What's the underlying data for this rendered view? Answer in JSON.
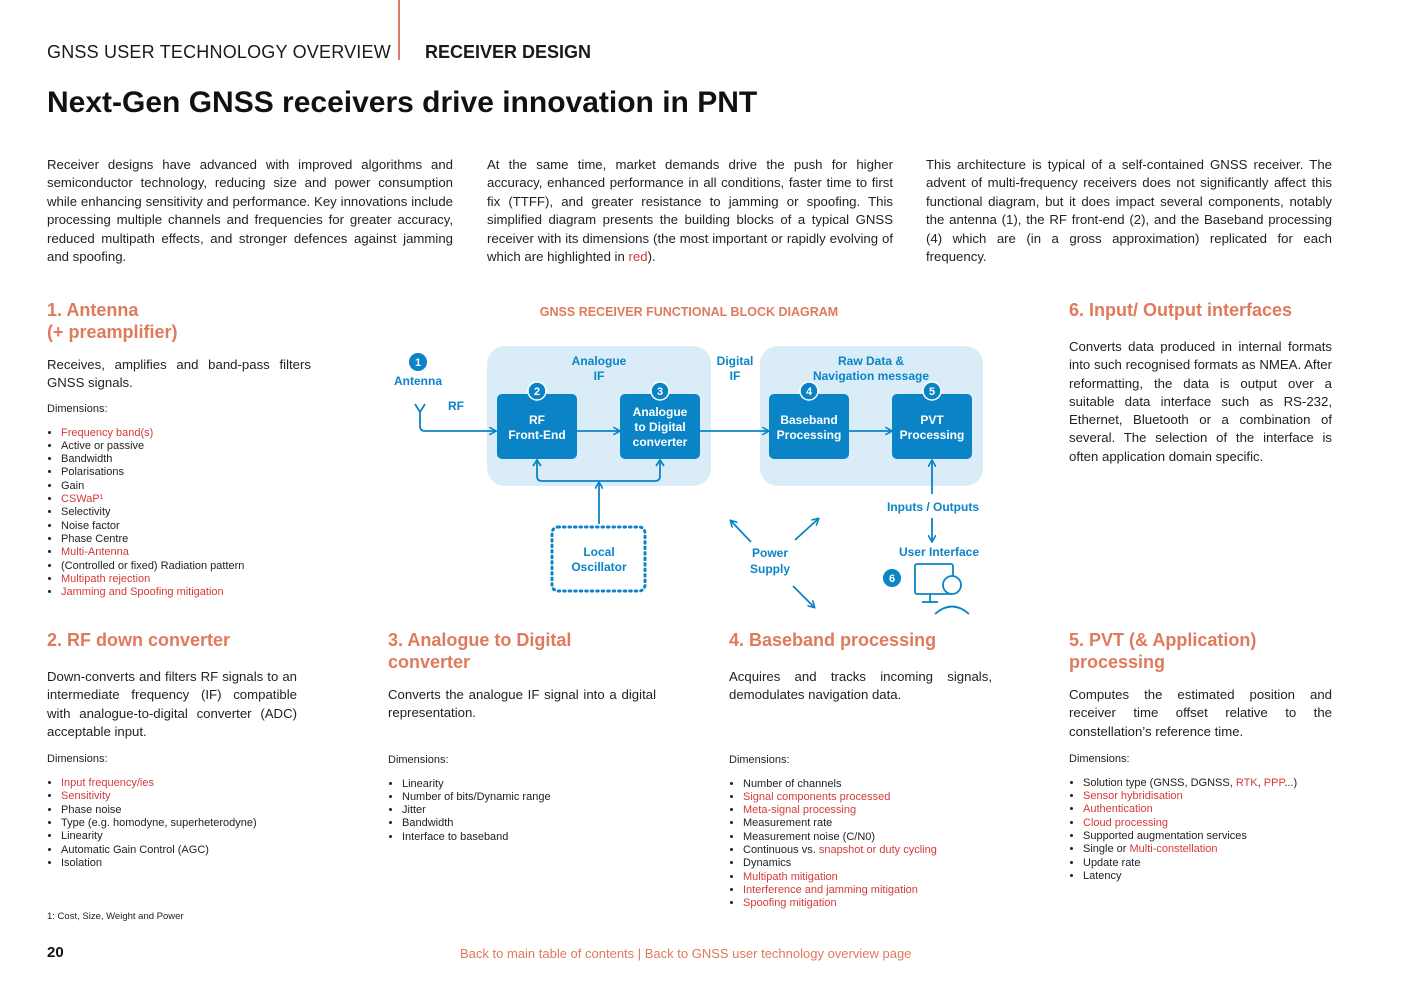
{
  "header": {
    "left": "GNSS USER TECHNOLOGY OVERVIEW",
    "right": "RECEIVER DESIGN"
  },
  "title": "Next-Gen GNSS receivers drive innovation in PNT",
  "intro": {
    "col1": "Receiver designs have advanced with improved algorithms and semiconductor technology, reducing size and power consumption while enhancing sensitivity and performance. Key innovations include processing multiple channels and frequencies for greater accuracy, reduced multipath effects, and stronger defences against jamming and spoofing.",
    "col2_before": "At the same time, market demands drive the push for higher accuracy, enhanced performance in all conditions, faster time to first fix (TTFF), and greater resistance to jamming or spoofing. This simplified diagram presents the building blocks of a typical GNSS receiver with its dimensions (the most important or rapidly evolving of which are highlighted in ",
    "col2_red": "red",
    "col2_after": ").",
    "col3": "This architecture is typical of a self-contained GNSS receiver. The advent of multi-frequency receivers does not significantly affect this functional diagram, but it does impact several components, notably the antenna (1), the RF front-end (2), and the Baseband processing (4) which are (in a gross approximation) replicated for each frequency."
  },
  "dimensions_label": "Dimensions:",
  "sections": {
    "antenna": {
      "title_line1": "1. Antenna",
      "title_line2": "(+ preamplifier)",
      "text": "Receives, amplifies and band-pass filters GNSS signals.",
      "dims": [
        {
          "t": "Frequency band(s)",
          "hl": true
        },
        {
          "t": "Active or passive",
          "hl": false
        },
        {
          "t": "Bandwidth",
          "hl": false
        },
        {
          "t": "Polarisations",
          "hl": false
        },
        {
          "t": "Gain",
          "hl": false
        },
        {
          "t": "CSWaP¹",
          "hl": true
        },
        {
          "t": "Selectivity",
          "hl": false
        },
        {
          "t": "Noise factor",
          "hl": false
        },
        {
          "t": "Phase Centre",
          "hl": false
        },
        {
          "t": "Multi-Antenna",
          "hl": true
        },
        {
          "t": "(Controlled or fixed) Radiation pattern",
          "hl": false
        },
        {
          "t": "Multipath rejection",
          "hl": true
        },
        {
          "t": "Jamming and Spoofing mitigation",
          "hl": true
        }
      ]
    },
    "io": {
      "title": "6. Input/ Output interfaces",
      "text": "Converts data produced in internal formats into such recognised formats as NMEA. After reformatting, the data is output over a suitable data interface such as RS-232, Ethernet, Bluetooth or a combination of several. The selection of the interface is often application domain specific."
    },
    "rf": {
      "title": "2. RF down converter",
      "text": "Down-converts and filters RF signals to an intermediate frequency (IF) compatible with analogue-to-digital converter (ADC) acceptable input.",
      "dims": [
        {
          "t": "Input frequency/ies",
          "hl": true
        },
        {
          "t": "Sensitivity",
          "hl": true
        },
        {
          "t": "Phase noise",
          "hl": false
        },
        {
          "t": "Type (e.g. homodyne, superheterodyne)",
          "hl": false
        },
        {
          "t": "Linearity",
          "hl": false
        },
        {
          "t": "Automatic Gain Control (AGC)",
          "hl": false
        },
        {
          "t": "Isolation",
          "hl": false
        }
      ]
    },
    "adc": {
      "title_line1": "3. Analogue to Digital",
      "title_line2": "converter",
      "text": "Converts the analogue IF signal into a digital representation.",
      "dims": [
        {
          "t": "Linearity",
          "hl": false
        },
        {
          "t": "Number of bits/Dynamic range",
          "hl": false
        },
        {
          "t": "Jitter",
          "hl": false
        },
        {
          "t": "Bandwidth",
          "hl": false
        },
        {
          "t": "Interface to baseband",
          "hl": false
        }
      ]
    },
    "baseband": {
      "title": "4. Baseband processing",
      "text": "Acquires and tracks incoming signals, demodulates navigation data.",
      "dims": [
        {
          "parts": [
            {
              "t": "Number of channels",
              "hl": false
            }
          ]
        },
        {
          "parts": [
            {
              "t": "Signal components processed",
              "hl": true
            }
          ]
        },
        {
          "parts": [
            {
              "t": "Meta-signal processing",
              "hl": true
            }
          ]
        },
        {
          "parts": [
            {
              "t": "Measurement rate",
              "hl": false
            }
          ]
        },
        {
          "parts": [
            {
              "t": "Measurement noise (C/N0)",
              "hl": false
            }
          ]
        },
        {
          "parts": [
            {
              "t": "Continuous vs. ",
              "hl": false
            },
            {
              "t": "snapshot or duty cycling",
              "hl": true
            }
          ]
        },
        {
          "parts": [
            {
              "t": "Dynamics",
              "hl": false
            }
          ]
        },
        {
          "parts": [
            {
              "t": "Multipath mitigation",
              "hl": true
            }
          ]
        },
        {
          "parts": [
            {
              "t": "Interference and jamming mitigation",
              "hl": true
            }
          ]
        },
        {
          "parts": [
            {
              "t": "Spoofing mitigation",
              "hl": true
            }
          ]
        }
      ]
    },
    "pvt": {
      "title_line1": "5. PVT (& Application)",
      "title_line2": "processing",
      "text": "Computes the estimated position and receiver time offset relative to the constellation’s reference time.",
      "dims": [
        {
          "parts": [
            {
              "t": "Solution type (GNSS, DGNSS, ",
              "hl": false
            },
            {
              "t": "RTK",
              "hl": true
            },
            {
              "t": ", ",
              "hl": false
            },
            {
              "t": "PPP",
              "hl": true
            },
            {
              "t": "...)",
              "hl": false
            }
          ]
        },
        {
          "parts": [
            {
              "t": "Sensor hybridisation",
              "hl": true
            }
          ]
        },
        {
          "parts": [
            {
              "t": "Authentication",
              "hl": true
            }
          ]
        },
        {
          "parts": [
            {
              "t": "Cloud processing",
              "hl": true
            }
          ]
        },
        {
          "parts": [
            {
              "t": "Supported augmentation services",
              "hl": false
            }
          ]
        },
        {
          "parts": [
            {
              "t": "Single or ",
              "hl": false
            },
            {
              "t": "Multi-constellation",
              "hl": true
            }
          ]
        },
        {
          "parts": [
            {
              "t": "Update rate",
              "hl": false
            }
          ]
        },
        {
          "parts": [
            {
              "t": "Latency",
              "hl": false
            }
          ]
        }
      ]
    }
  },
  "diagram": {
    "title": "GNSS RECEIVER FUNCTIONAL BLOCK DIAGRAM",
    "antenna_num": "1",
    "antenna_label": "Antenna",
    "rf_label": "RF",
    "analogue_if_1": "Analogue",
    "analogue_if_2": "IF",
    "digital_if_1": "Digital",
    "digital_if_2": "IF",
    "raw_data_1": "Raw Data &",
    "raw_data_2": "Navigation message",
    "block_rf_num": "2",
    "block_rf_1": "RF",
    "block_rf_2": "Front-End",
    "block_adc_num": "3",
    "block_adc_1": "Analogue",
    "block_adc_2": "to Digital",
    "block_adc_3": "converter",
    "block_bb_num": "4",
    "block_bb_1": "Baseband",
    "block_bb_2": "Processing",
    "block_pvt_num": "5",
    "block_pvt_1": "PVT",
    "block_pvt_2": "Processing",
    "lo_1": "Local",
    "lo_2": "Oscillator",
    "power_1": "Power",
    "power_2": "Supply",
    "io_label": "Inputs / Outputs",
    "ui_label": "User Interface",
    "ui_num": "6"
  },
  "footnote": "1: Cost, Size, Weight and Power",
  "page_number": "20",
  "footer": {
    "link1": "Back to main table of contents",
    "separator": " | ",
    "link2": "Back to GNSS user technology overview page"
  },
  "colors": {
    "accent": "#e07a5c",
    "highlight_red": "#d43a3a",
    "diagram_blue": "#0a84c6",
    "diagram_panel": "#d9ecf8"
  }
}
